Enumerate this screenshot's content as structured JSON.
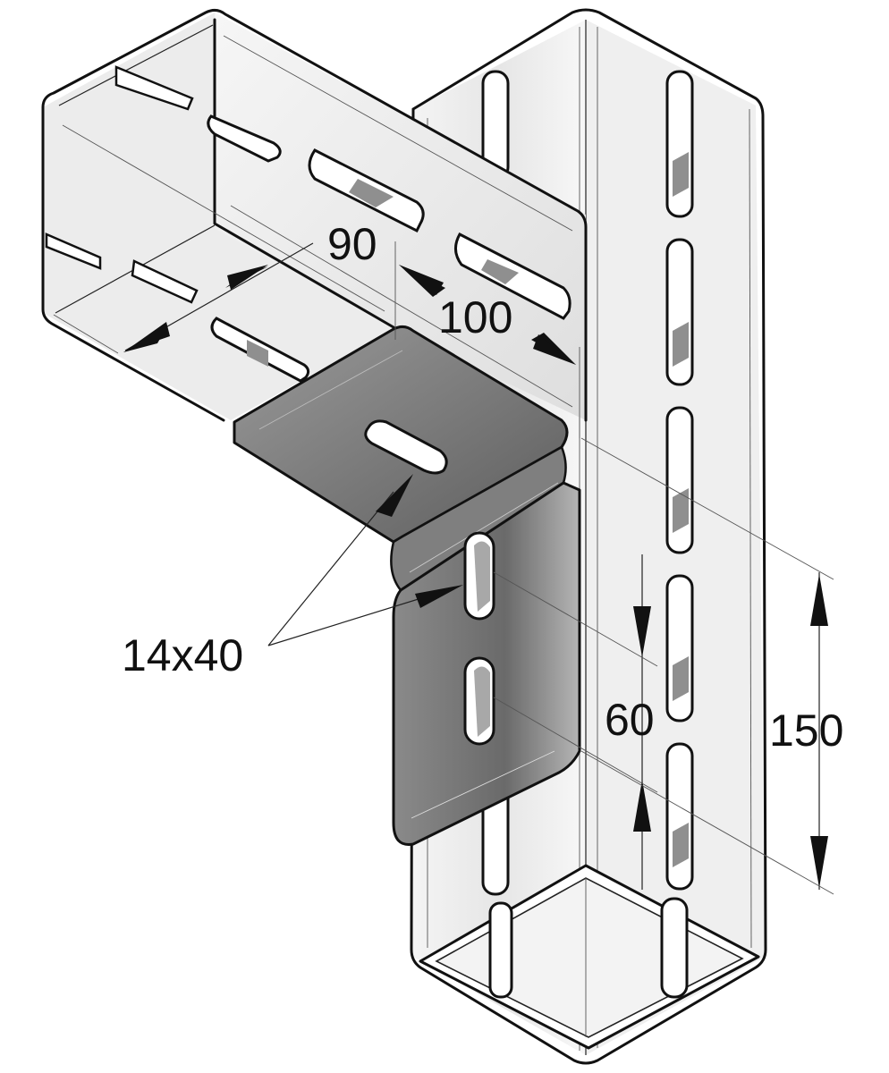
{
  "dimensions": {
    "profile_width": "90",
    "profile_depth": "100",
    "slot_size": "14x40",
    "hole_spacing": "60",
    "bracket_height": "150"
  },
  "colors": {
    "line": "#111111",
    "profile_fill": "#f2f2f2",
    "profile_shade": "#d9d9d9",
    "bracket_light": "#b8b8b8",
    "bracket_dark": "#6e6e6e"
  }
}
